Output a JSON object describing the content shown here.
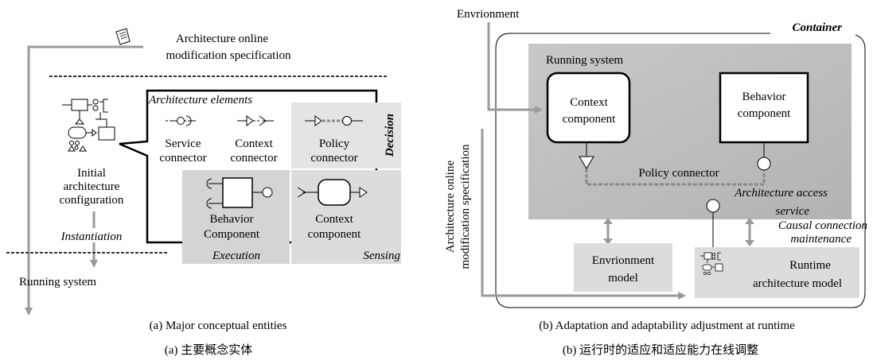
{
  "left_panel": {
    "spec_title_line1": "Architecture online",
    "spec_title_line2": "modification specification",
    "initial_config": [
      "Initial",
      "architecture",
      "configuration"
    ],
    "instantiation": "Instantiation",
    "running_system": "Running system",
    "elements_title": "Architecture elements",
    "service_connector": [
      "Service",
      "connector"
    ],
    "context_connector": [
      "Context",
      "connector"
    ],
    "policy_connector": [
      "Policy",
      "connector"
    ],
    "decision": "Decision",
    "behavior_component": [
      "Behavior",
      "Component"
    ],
    "context_component": [
      "Context",
      "component"
    ],
    "execution": "Execution",
    "sensing": "Sensing",
    "caption_en": "(a) Major conceptual entities",
    "caption_cn": "(a) 主要概念实体"
  },
  "right_panel": {
    "environment": "Envrionment",
    "container": "Container",
    "running_system": "Running system",
    "context_component": [
      "Context",
      "component"
    ],
    "behavior_component": [
      "Behavior",
      "component"
    ],
    "policy_connector": "Policy connector",
    "access_service": [
      "Architecture access",
      "service"
    ],
    "causal": [
      "Causal connection",
      "maintenance"
    ],
    "env_model": [
      "Envrionment",
      "model"
    ],
    "runtime_model": [
      "Runtime",
      "architecture model"
    ],
    "vertical_spec": [
      "Architecture online",
      "modification specification"
    ],
    "caption_en": "(b) Adaptation and adaptability adjustment at runtime",
    "caption_cn": "(b) 运行时的适应和适应能力在线调整"
  }
}
